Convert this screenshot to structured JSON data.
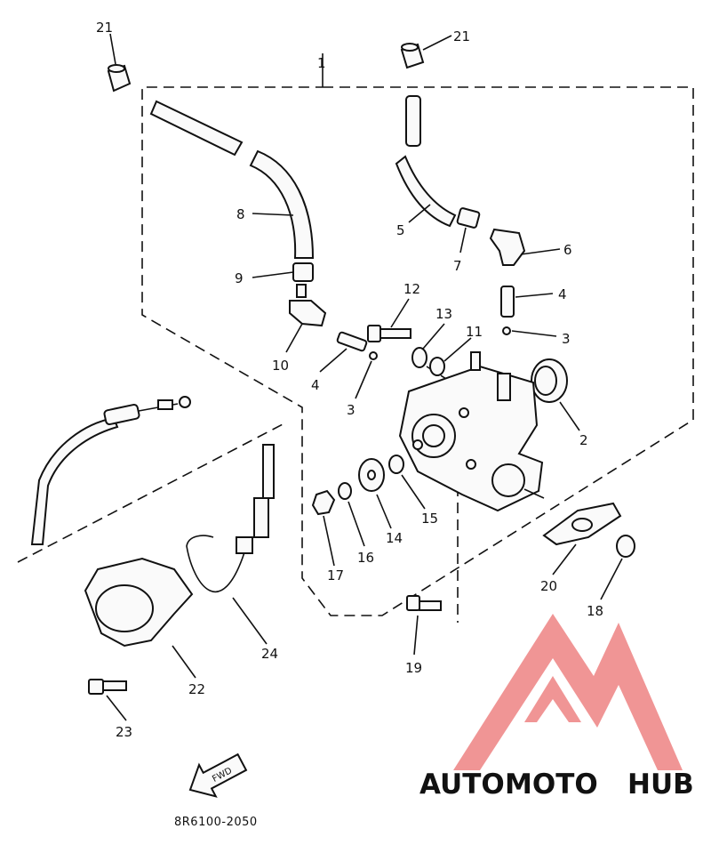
{
  "diagram": {
    "labels": [
      {
        "id": "l21a",
        "text": "21"
      },
      {
        "id": "l21b",
        "text": "21"
      },
      {
        "id": "l1",
        "text": "1"
      },
      {
        "id": "l8",
        "text": "8"
      },
      {
        "id": "l5",
        "text": "5"
      },
      {
        "id": "l7",
        "text": "7"
      },
      {
        "id": "l6",
        "text": "6"
      },
      {
        "id": "l9",
        "text": "9"
      },
      {
        "id": "l12",
        "text": "12"
      },
      {
        "id": "l13",
        "text": "13"
      },
      {
        "id": "l4a",
        "text": "4"
      },
      {
        "id": "l3a",
        "text": "3"
      },
      {
        "id": "l11",
        "text": "11"
      },
      {
        "id": "l10",
        "text": "10"
      },
      {
        "id": "l4b",
        "text": "4"
      },
      {
        "id": "l3b",
        "text": "3"
      },
      {
        "id": "l2",
        "text": "2"
      },
      {
        "id": "l15",
        "text": "15"
      },
      {
        "id": "l14",
        "text": "14"
      },
      {
        "id": "l16",
        "text": "16"
      },
      {
        "id": "l17",
        "text": "17"
      },
      {
        "id": "l20",
        "text": "20"
      },
      {
        "id": "l18",
        "text": "18"
      },
      {
        "id": "l24",
        "text": "24"
      },
      {
        "id": "l19",
        "text": "19"
      },
      {
        "id": "l22",
        "text": "22"
      },
      {
        "id": "l23",
        "text": "23"
      }
    ],
    "fwd_mark": "FWD",
    "drawing_code": "8R6100-2050"
  },
  "watermark": {
    "part1": "AUTO",
    "part2": "MOTO",
    "part3": "HUB",
    "color_orange": "#f5b25c",
    "color_red": "#ef8a8a",
    "color_dark": "#4a4a4a"
  }
}
